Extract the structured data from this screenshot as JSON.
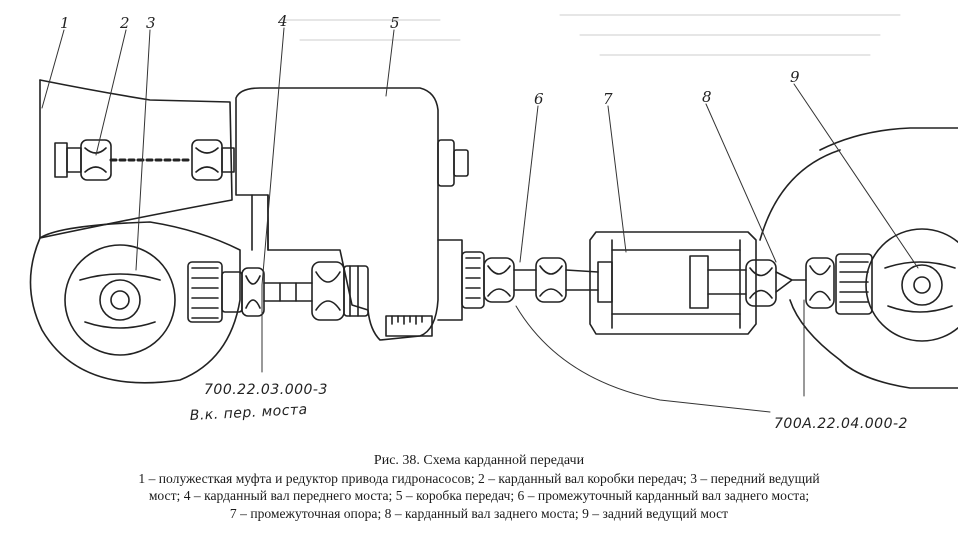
{
  "figure": {
    "callouts": [
      "1",
      "2",
      "3",
      "4",
      "5",
      "6",
      "7",
      "8",
      "9"
    ],
    "handwritten": {
      "front_part": "700.22.03.000-3",
      "front_note": "В.к. пер. моста",
      "rear_part": "700А.22.04.000-2"
    }
  },
  "caption": {
    "title": "Рис. 38. Схема карданной передачи",
    "lines": [
      "1 – полужесткая муфта и редуктор привода гидронасосов; 2 – карданный вал коробки передач; 3 – передний ведущий",
      "мост;  4 – карданный вал переднего моста;  5 – коробка передач;  6 – промежуточный карданный вал заднего моста;",
      "7 – промежуточная опора;  8 – карданный вал заднего моста;  9 – задний ведущий мост"
    ]
  }
}
